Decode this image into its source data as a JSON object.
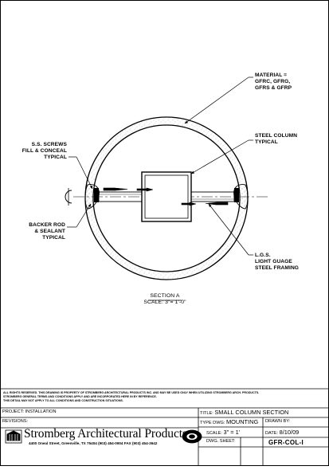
{
  "labels": {
    "material": [
      "MATERIAL =",
      "GFRC, GFRG,",
      "GFRS & GFRP"
    ],
    "screws": [
      "S.S. SCREWS",
      "FILL & CONCEAL",
      "TYPICAL"
    ],
    "steel_column": [
      "STEEL COLUMN",
      "TYPICAL"
    ],
    "backer_rod": [
      "BACKER ROD",
      "& SEALANT",
      "TYPICAL"
    ],
    "lgs": [
      "L.G.S.",
      "LIGHT GUAGE",
      "STEEL FRAMING"
    ],
    "centerline": "CL"
  },
  "section": {
    "title": "SECTION A",
    "scale": "SCALE: 3\"= 1'-0\""
  },
  "disclaimer": [
    "ALL RIGHTS RESERVED. THIS DRAWING IS PROPERTY OF STROMBERG ARCHITECTURAL PRODUCTS INC. AND MAY BE USED ONLY WHEN UTILIZING STROMBERG ARCH. PRODUCTS.",
    "STROMBERG GENERAL TERMS AND CONDITIONS APPLY AND ARE INCORPORATED HERE IN BY REFERENCE.",
    "THIS DETAIL MAY NOT APPLY TO ALL CONDITIONS AND CONSTRUCTION SITUATIONS."
  ],
  "title_block": {
    "project_label": "PROJECT:",
    "project_value": "INSTALLATION",
    "revisions_label": "REVISIONS:",
    "title_label": "TITLE:",
    "title_value": "SMALL COLUMN SECTION",
    "type_label": "TYPE DWG:",
    "type_value": "MOUNTING",
    "drawn_label": "DRAWN BY:",
    "scale_label": "SCALE:",
    "scale_value": "3\" = 1'",
    "date_label": "DATE:",
    "date_value": "8/10/09",
    "sheet_label": "DWG. SHEET:",
    "sheet_value": "GFR-COL-I",
    "company_name": "Stromberg Architectural Products",
    "company_address": "4400 Oneal Street, Greenville, TX  75404   (903) 454-0904   FAX (903) 454-3642"
  }
}
